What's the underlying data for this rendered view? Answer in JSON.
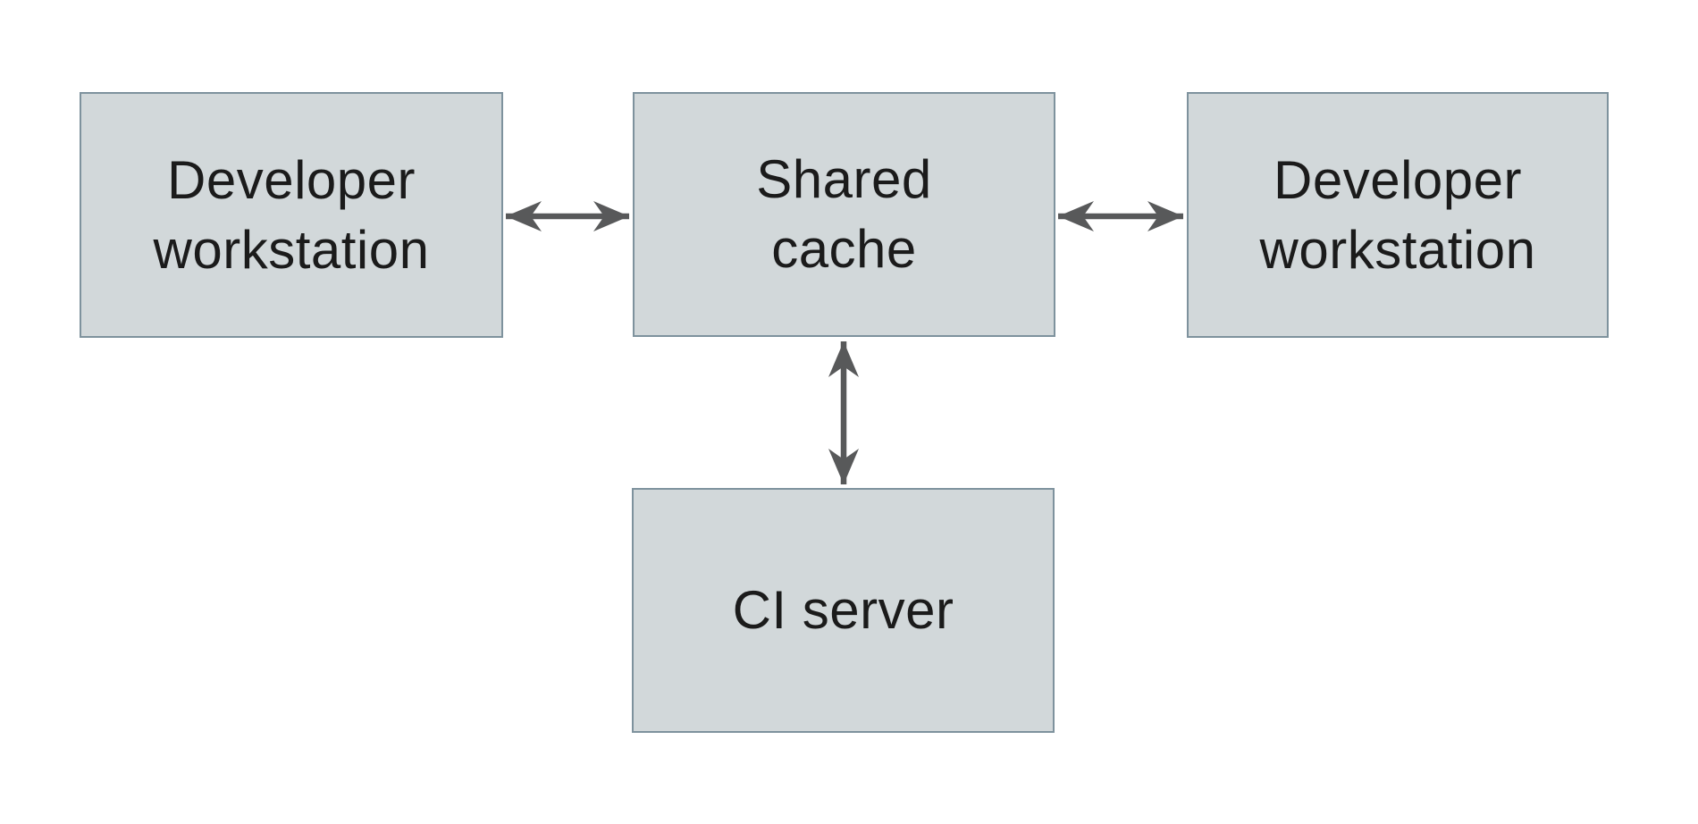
{
  "diagram": {
    "type": "architecture-diagram",
    "colors": {
      "background": "#ffffff",
      "node_fill": "#d2d8da",
      "node_border": "#7e929d",
      "arrow_color": "#58595a",
      "text_color": "#1b1b1b"
    },
    "nodes": [
      {
        "id": "developer-workstation-left",
        "lines": [
          "Developer",
          "workstation"
        ]
      },
      {
        "id": "shared-cache",
        "lines": [
          "Shared",
          "cache"
        ]
      },
      {
        "id": "developer-workstation-right",
        "lines": [
          "Developer",
          "workstation"
        ]
      },
      {
        "id": "ci-server",
        "lines": [
          "CI server"
        ]
      }
    ],
    "edges": [
      {
        "from": "developer-workstation-left",
        "to": "shared-cache",
        "type": "bidirectional-arrow"
      },
      {
        "from": "shared-cache",
        "to": "developer-workstation-right",
        "type": "bidirectional-arrow"
      },
      {
        "from": "shared-cache",
        "to": "ci-server",
        "type": "bidirectional-arrow"
      }
    ]
  }
}
